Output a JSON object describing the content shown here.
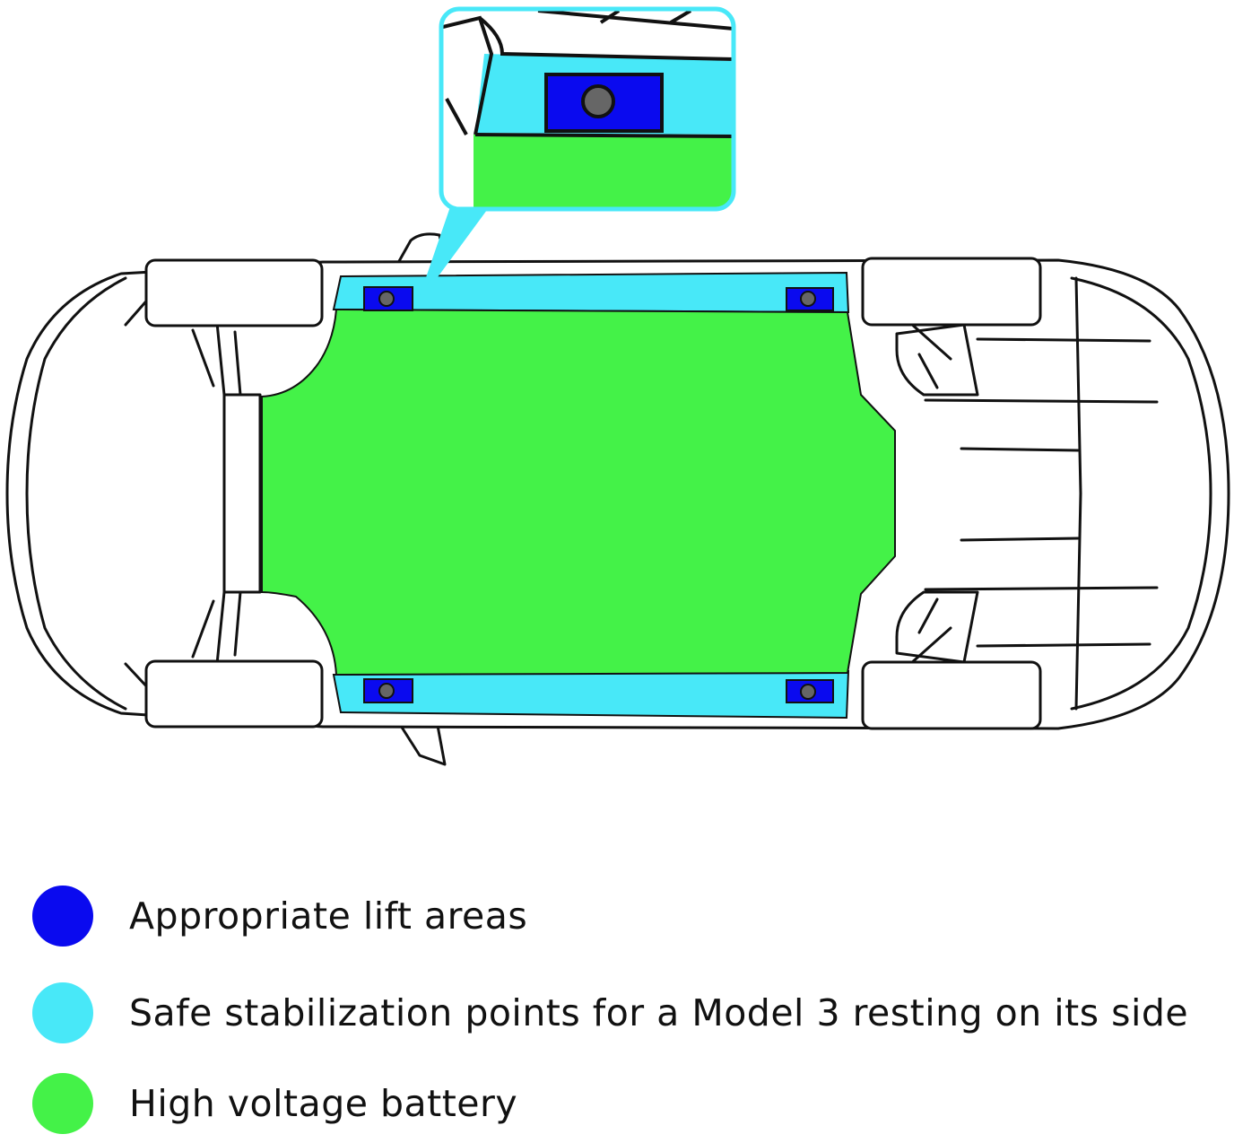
{
  "colors": {
    "lift": "#0a0aef",
    "stabilization": "#48e8f8",
    "battery": "#44f248",
    "outline": "#111111",
    "body_fill": "#ffffff",
    "bolt": "#666666"
  },
  "legend": [
    {
      "label": "Appropriate lift areas",
      "color": "#0a0aef"
    },
    {
      "label": "Safe stabilization points for a Model 3 resting on its side",
      "color": "#48e8f8"
    },
    {
      "label": "High voltage battery",
      "color": "#44f248"
    }
  ]
}
